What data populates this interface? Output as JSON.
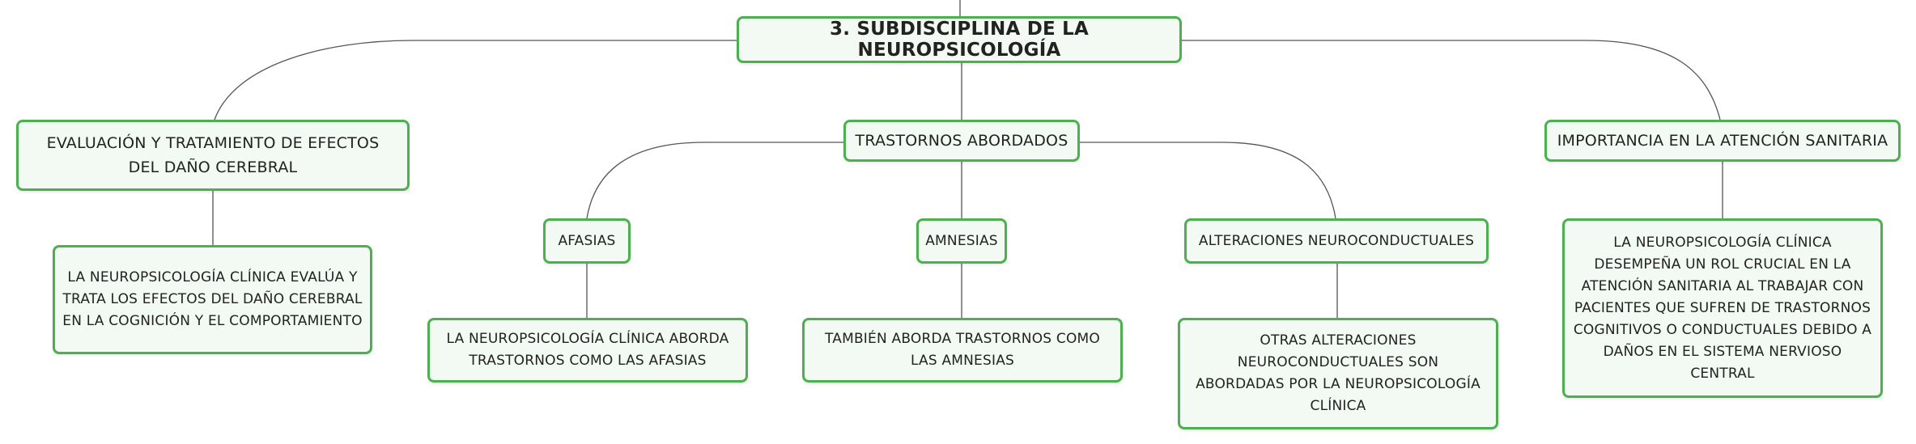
{
  "root": {
    "label": "3. SUBDISCIPLINA DE LA NEUROPSICOLOGÍA"
  },
  "branches": {
    "evaluacion": {
      "label": "EVALUACIÓN Y TRATAMIENTO DE EFECTOS DEL DAÑO CEREBRAL",
      "detail": "LA NEUROPSICOLOGÍA CLÍNICA EVALÚA Y TRATA LOS EFECTOS DEL DAÑO CEREBRAL EN LA COGNICIÓN Y EL COMPORTAMIENTO"
    },
    "trastornos": {
      "label": "TRASTORNOS ABORDADOS",
      "children": {
        "afasias": {
          "label": "AFASIAS",
          "detail": "LA NEUROPSICOLOGÍA CLÍNICA ABORDA TRASTORNOS COMO LAS AFASIAS"
        },
        "amnesias": {
          "label": "AMNESIAS",
          "detail": "TAMBIÉN ABORDA TRASTORNOS COMO LAS AMNESIAS"
        },
        "alteraciones": {
          "label": "ALTERACIONES NEUROCONDUCTUALES",
          "detail": "OTRAS ALTERACIONES NEUROCONDUCTUALES SON ABORDADAS POR LA NEUROPSICOLOGÍA CLÍNICA"
        }
      }
    },
    "importancia": {
      "label": "IMPORTANCIA EN LA ATENCIÓN SANITARIA",
      "detail": "LA NEUROPSICOLOGÍA CLÍNICA DESEMPEÑA UN ROL CRUCIAL EN LA ATENCIÓN SANITARIA AL TRABAJAR CON PACIENTES QUE SUFREN DE TRASTORNOS COGNITIVOS O CONDUCTUALES DEBIDO A DAÑOS EN EL SISTEMA NERVIOSO CENTRAL"
    }
  },
  "colors": {
    "node_border": "#4caf50",
    "node_fill": "#f3faf3",
    "connector": "#555555"
  }
}
